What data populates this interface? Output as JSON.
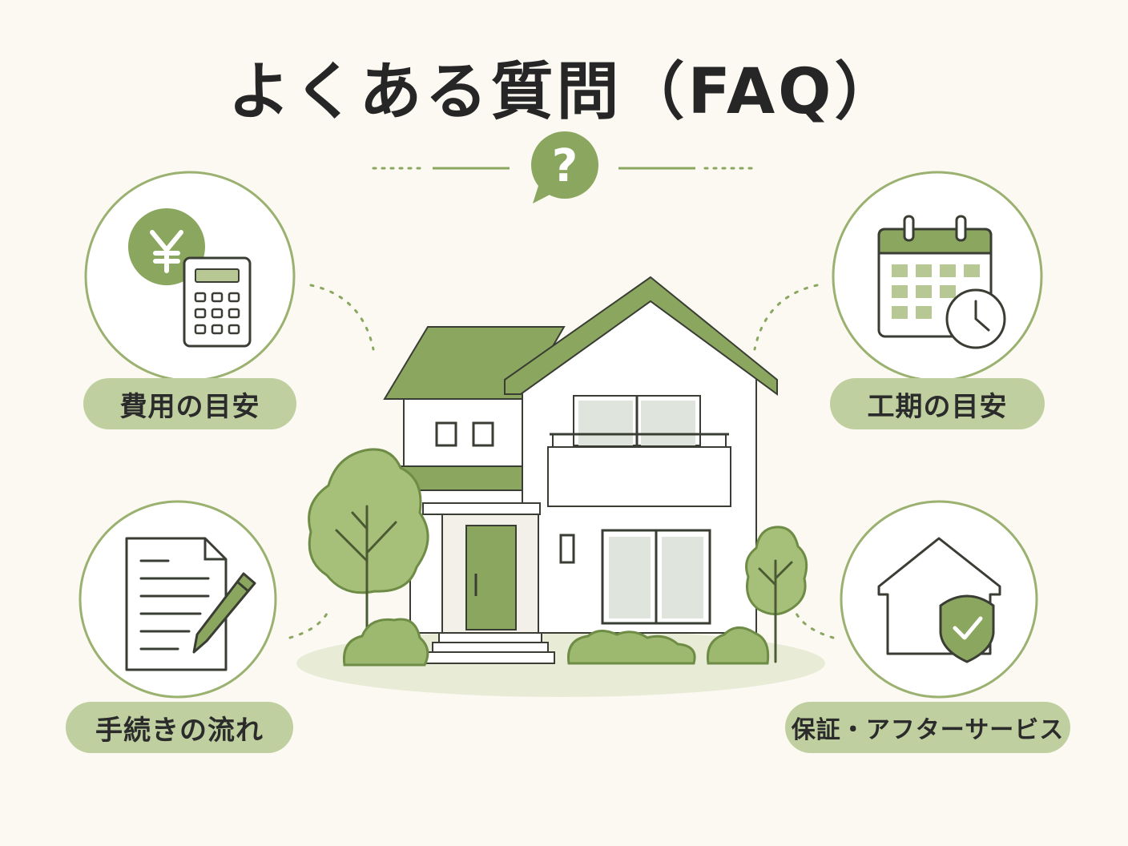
{
  "title": "よくある質問（FAQ）",
  "center_icon": {
    "name": "question-bubble-icon",
    "glyph": "?"
  },
  "topics": [
    {
      "label": "費用の目安",
      "icon": "yen-calculator-icon"
    },
    {
      "label": "工期の目安",
      "icon": "calendar-clock-icon"
    },
    {
      "label": "手続きの流れ",
      "icon": "document-pen-icon"
    },
    {
      "label": "保証・アフターサービス",
      "icon": "house-shield-icon"
    }
  ],
  "colors": {
    "background": "#fbf9f2",
    "accent": "#8aa65f",
    "pill": "#bfcf9f",
    "outline": "#3a3d33",
    "text": "#262626"
  }
}
